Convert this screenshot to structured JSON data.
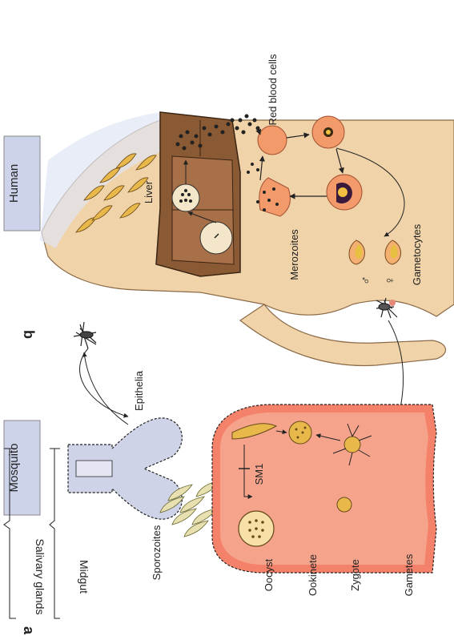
{
  "panels": {
    "a_letter": "a",
    "b_letter": "b",
    "mosquito_header": "Mosquito",
    "human_header": "Human"
  },
  "labels": {
    "salivary_glands": "Salivary glands",
    "midgut": "Midgut",
    "sporozoites": "Sporozoites",
    "epithelia": "Epithelia",
    "oocyst": "Oocyst",
    "ookinete": "Ookinete",
    "zygote": "Zygote",
    "gametes": "Gametes",
    "sm1": "SM1",
    "liver": "Liver",
    "red_blood_cells": "Red blood cells",
    "merozoites": "Merozoites",
    "gametocytes": "Gametocytes",
    "male_symbol": "♂",
    "female_symbol": "♀"
  },
  "colors": {
    "skin": "#f0d3a8",
    "skin_outline": "#8a6a48",
    "liver": "#8a5a34",
    "liver_light": "#a87048",
    "midgut_fill": "#f4826a",
    "rbc": "#f39a6b",
    "gland": "#cfd3e8",
    "header_box": "#cdd3ea",
    "parasite": "#e8b84a"
  }
}
